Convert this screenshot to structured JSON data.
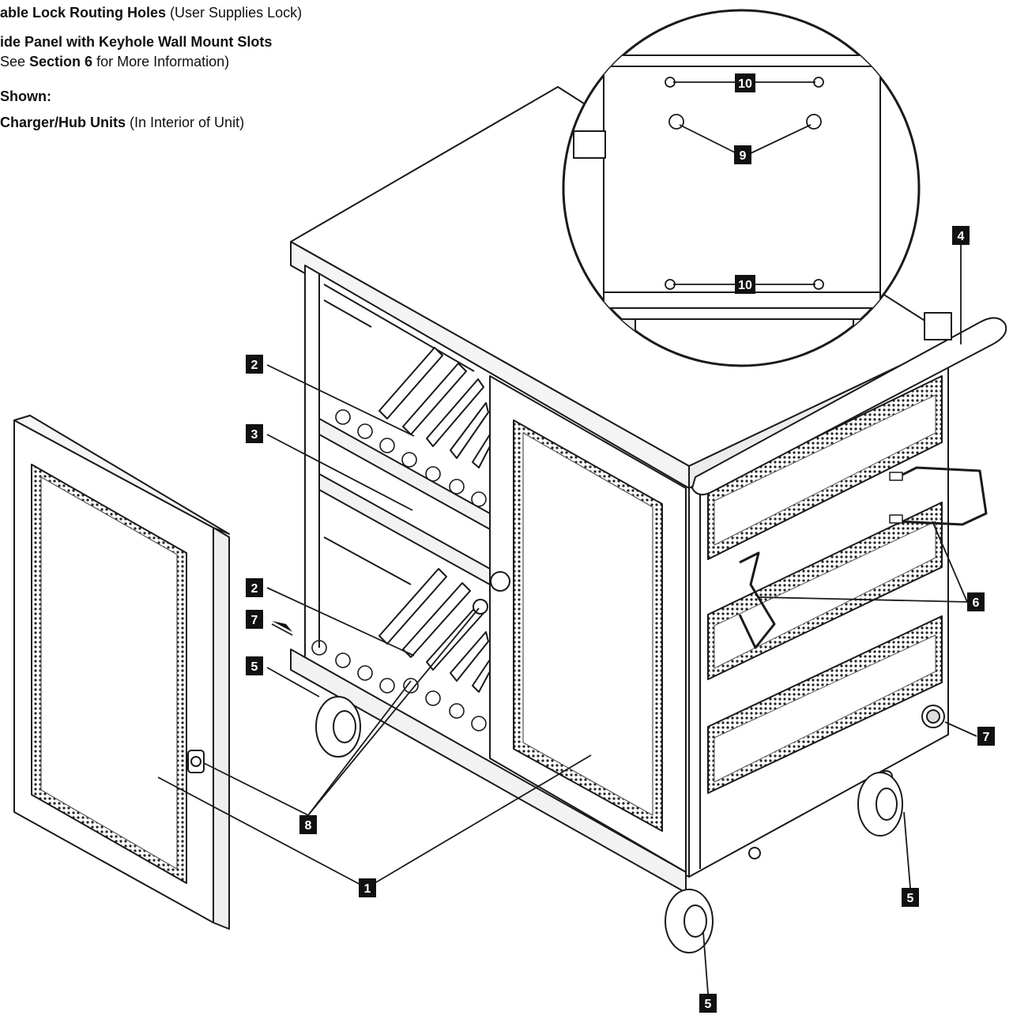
{
  "legend": [
    {
      "bold": "able Lock Routing Holes",
      "normal": " (User Supplies Lock)"
    },
    {
      "bold": "ide Panel with Keyhole Wall Mount Slots",
      "normal": ""
    },
    {
      "pre": "See ",
      "bold": "Section 6",
      "normal": " for More Information)"
    },
    {
      "bold": "Shown:",
      "normal": ""
    },
    {
      "bold": "Charger/Hub Units",
      "normal": " (In Interior of Unit)"
    }
  ],
  "callouts": {
    "c1": "1",
    "c2a": "2",
    "c2b": "2",
    "c3": "3",
    "c4": "4",
    "c5a": "5",
    "c5b": "5",
    "c5c": "5",
    "c6": "6",
    "c7a": "7",
    "c7b": "7",
    "c8": "8",
    "c9": "9",
    "c10a": "10",
    "c10b": "10"
  },
  "colors": {
    "line": "#1a1a1a",
    "callout_bg": "#111111",
    "callout_text": "#ffffff"
  }
}
